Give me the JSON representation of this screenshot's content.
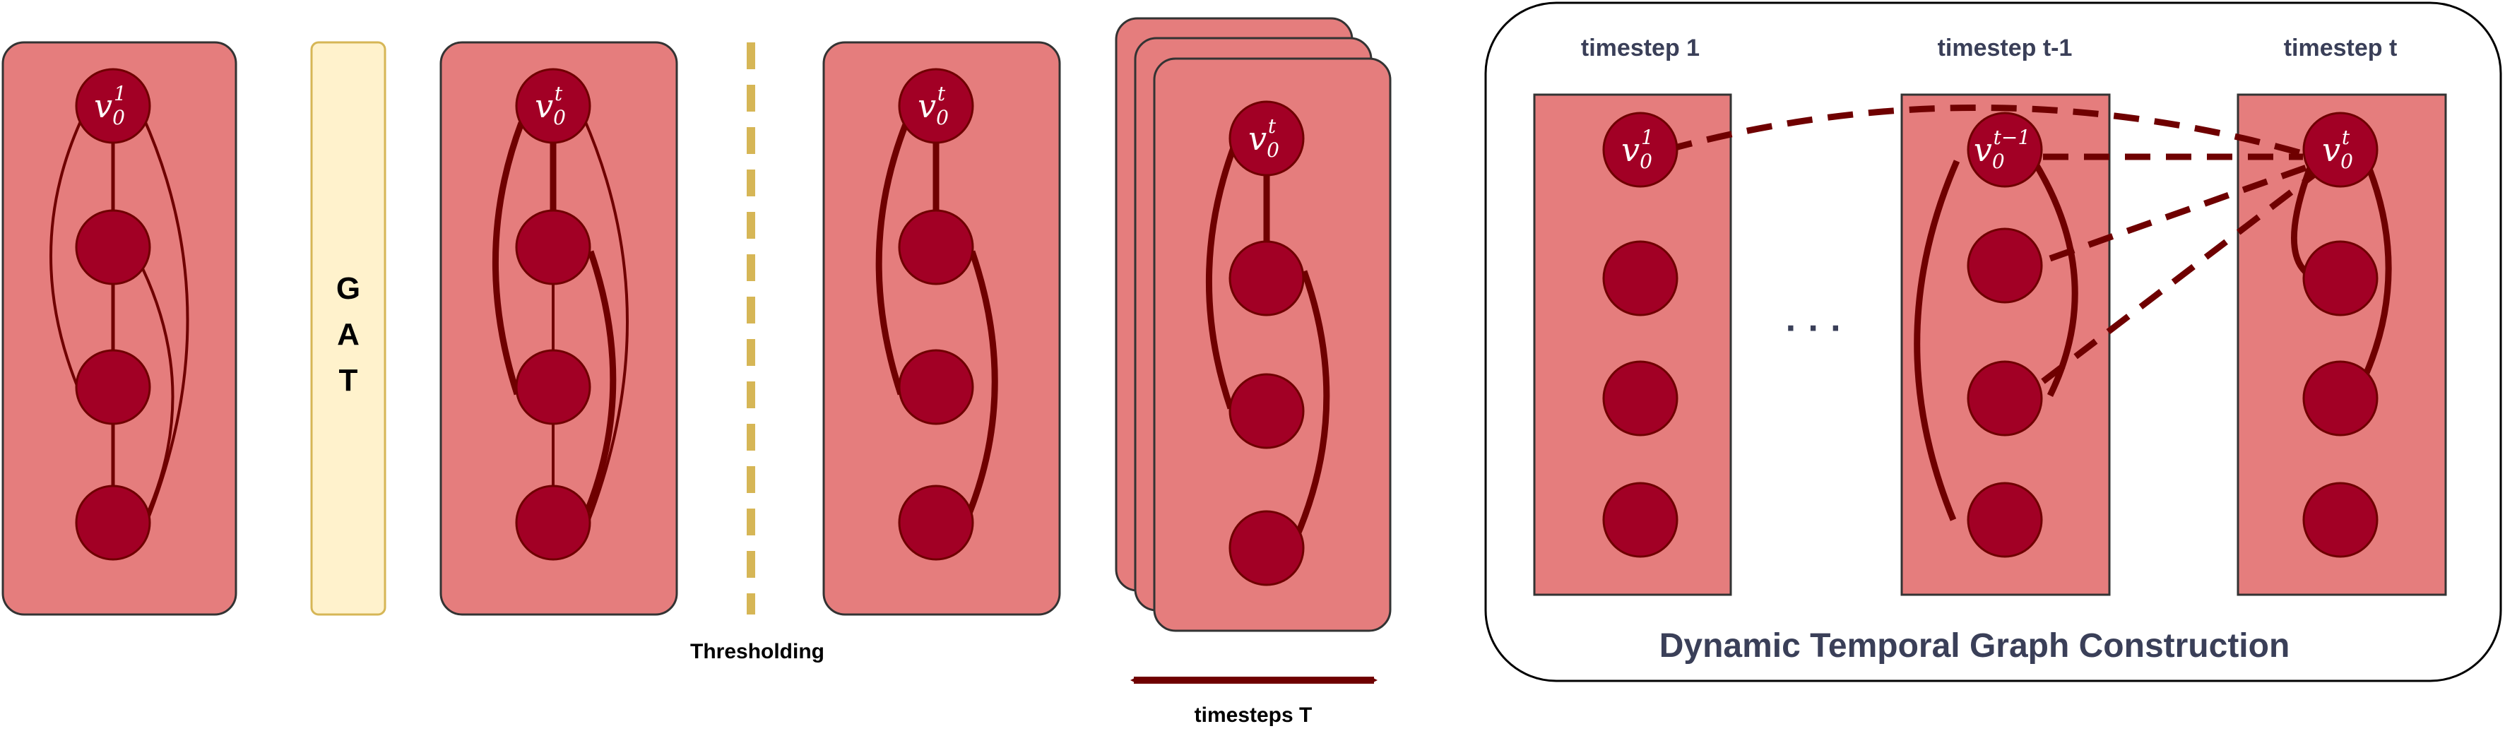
{
  "gat_letters": [
    "G",
    "A",
    "T"
  ],
  "thresholding_label": "Thresholding",
  "timesteps_label": "timesteps T",
  "construction": {
    "title": "Dynamic Temporal Graph Construction",
    "headers": [
      "timestep 1",
      "timestep t-1",
      "timestep t"
    ],
    "ellipsis": "· · ·"
  },
  "node_labels": {
    "g1": {
      "base": "v",
      "sub": "0",
      "sup": "1"
    },
    "g2": {
      "base": "v",
      "sub": "0",
      "sup": "t"
    },
    "g3": {
      "base": "v",
      "sub": "0",
      "sup": "t"
    },
    "g4": {
      "base": "v",
      "sub": "0",
      "sup": "t"
    },
    "c1": {
      "base": "v",
      "sub": "0",
      "sup": "1"
    },
    "c2": {
      "base": "v",
      "sub": "0",
      "sup": "t−1"
    },
    "c3": {
      "base": "v",
      "sub": "0",
      "sup": "t"
    }
  },
  "colors": {
    "panel_fill": "#e57d7d",
    "panel_stroke": "#333333",
    "node_fill": "#a20025",
    "node_stroke": "#6f0000",
    "edge": "#6f0000",
    "gat_fill": "#fff2cc",
    "gat_stroke": "#d6b656",
    "divider": "#d6b656",
    "title_text": "#3a3f58"
  }
}
